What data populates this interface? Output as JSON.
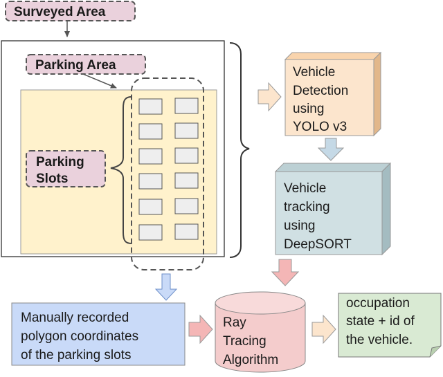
{
  "labels": {
    "surveyed_area": "Surveyed Area",
    "parking_area": "Parking Area",
    "parking_slots_line1": "Parking",
    "parking_slots_line2": "Slots"
  },
  "detection": {
    "lines": [
      "Vehicle",
      "Detection",
      "using",
      "YOLO v3"
    ]
  },
  "tracking": {
    "lines": [
      "Vehicle",
      "tracking",
      "using",
      "DeepSORT"
    ]
  },
  "manual": {
    "lines": [
      "Manually recorded",
      "polygon coordinates",
      "of the parking slots"
    ]
  },
  "ray_tracing": {
    "lines": [
      "Ray",
      "Tracing",
      "Algorithm"
    ]
  },
  "output": {
    "lines": [
      "occupation",
      "state + id of",
      "the vehicle."
    ]
  },
  "colors": {
    "label_fill": "#ead1dc",
    "parking_area_fill": "#fff2cc",
    "slot_fill": "#eeeeee",
    "detection_fill": "#fce5cd",
    "tracking_fill": "#d0e0e3",
    "manual_fill": "#c9daf8",
    "ray_fill": "#f4cccc",
    "output_fill": "#d9ead3",
    "arrow_orange": "#fce5cd",
    "arrow_pink": "#f4b6b6",
    "arrow_blue": "#c9daf8",
    "arrow_teal": "#c5d9e6"
  }
}
